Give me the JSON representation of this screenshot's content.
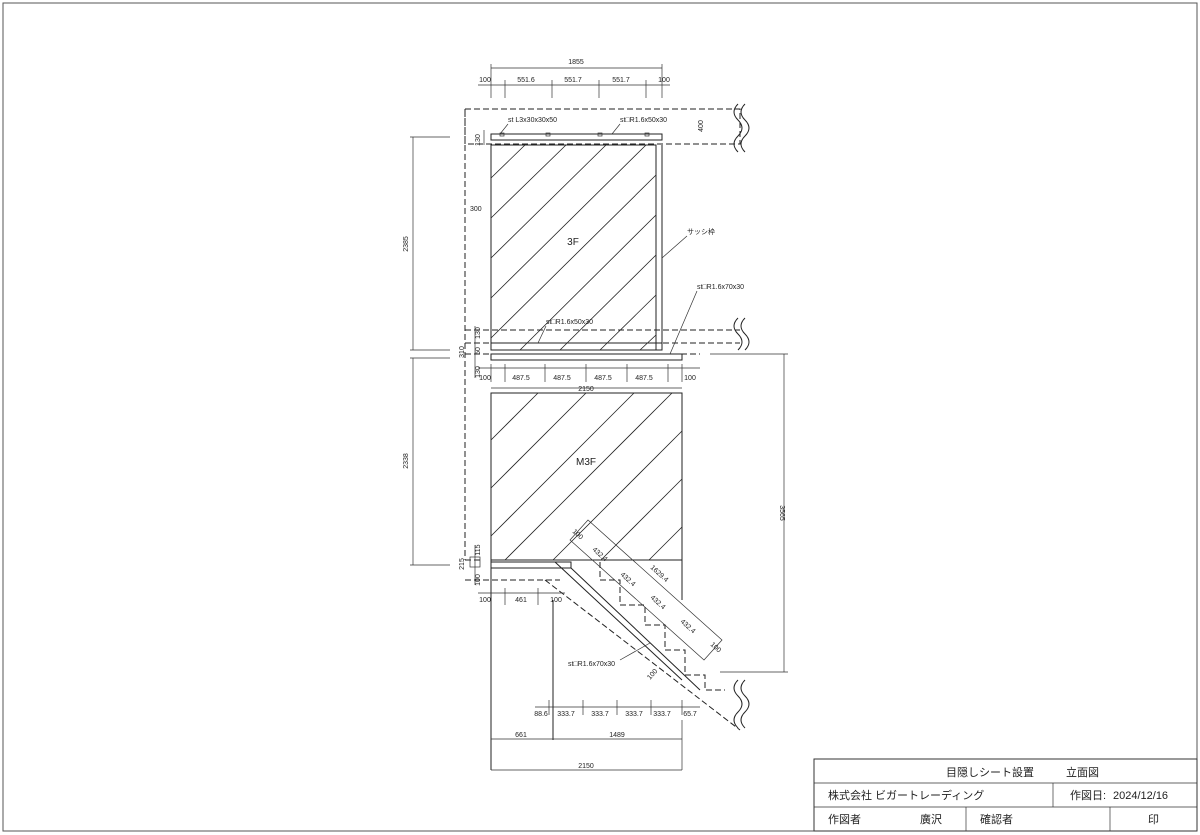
{
  "top_dims": {
    "total": "1855",
    "segments": [
      "100",
      "551.6",
      "551.7",
      "551.7",
      "100"
    ],
    "right_400": "400"
  },
  "left_dims": {
    "d2385": "2385",
    "d2338": "2338",
    "d130a": "130",
    "d300": "300",
    "d130b": "130",
    "d50": "50",
    "d310": "310",
    "d130c": "130",
    "d215": "215",
    "d115": "115",
    "d100": "100"
  },
  "right_dims": {
    "d3565": "3565"
  },
  "mid_dims": {
    "segments": [
      "100",
      "487.5",
      "487.5",
      "487.5",
      "487.5",
      "100"
    ],
    "total": "2150"
  },
  "lower_dims": {
    "segs_a": [
      "100",
      "461",
      "100"
    ],
    "segs_b": [
      "88.6",
      "333.7",
      "333.7",
      "333.7",
      "333.7",
      "65.7"
    ],
    "segs_c": [
      "661",
      "1489"
    ],
    "total": "2150"
  },
  "diag_dims": [
    "100",
    "432.4",
    "1629.4",
    "432.4",
    "432.4",
    "432.4",
    "100",
    "100"
  ],
  "labels": {
    "top_left_member": "st L3x30x30x50",
    "top_right_member": "st□R1.6x50x30",
    "sash": "サッシ枠",
    "right_member": "st□R1.6x70x30",
    "mid_member": "st□R1.6x50x30",
    "stair_member": "st□R1.6x70x30"
  },
  "rooms": {
    "upper": "3F",
    "lower": "M3F"
  },
  "title_block": {
    "title": "目隠しシート設置",
    "view": "立面図",
    "company": "株式会社 ビガートレーディング",
    "date_label": "作図日:",
    "date": "2024/12/16",
    "drafter_label": "作図者",
    "drafter": "廣沢",
    "checker_label": "確認者",
    "seal": "印"
  }
}
